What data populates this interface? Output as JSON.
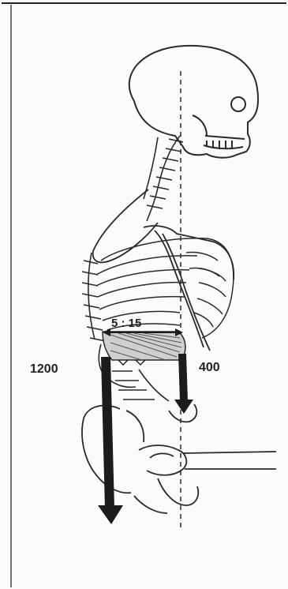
{
  "figure": {
    "load_labels": {
      "left": "1200",
      "right": "400"
    },
    "lever_arm_label": "5 : 15",
    "colors": {
      "ink": "#2a2a2a",
      "arrow": "#1c1c1c",
      "paper": "#fbfbfa",
      "border": "#222222"
    },
    "icons": {
      "skeleton": "skeleton-icon",
      "down_arrow": "down-arrow-icon"
    }
  }
}
